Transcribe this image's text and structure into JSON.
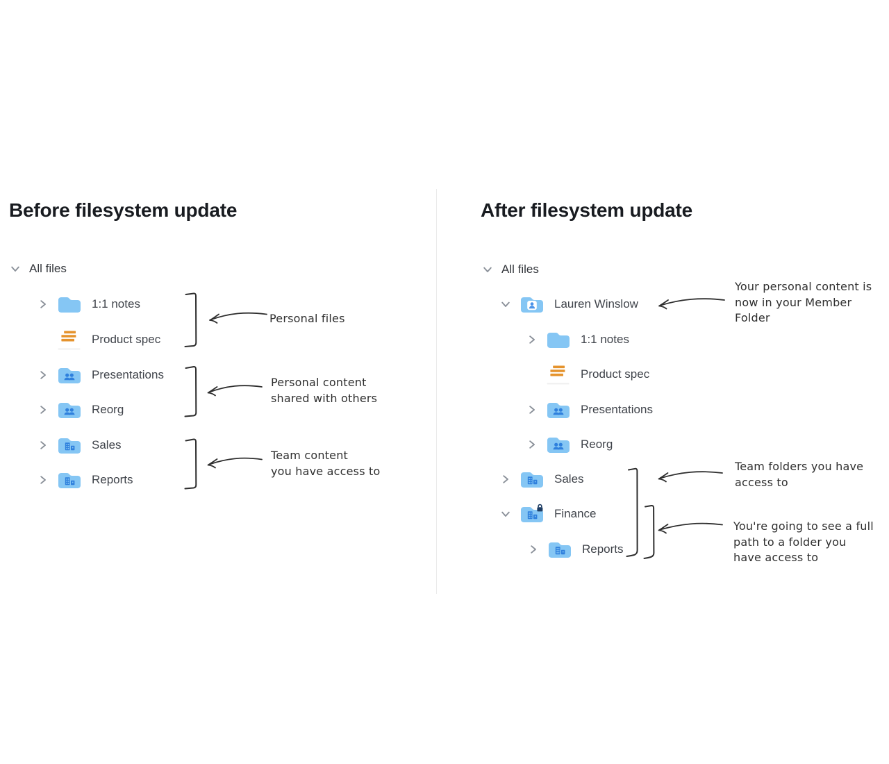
{
  "left_panel": {
    "heading": "Before filesystem update",
    "root": {
      "label": "All files",
      "icon": "chevron-down"
    },
    "tree": [
      {
        "label": "1:1 notes",
        "icon": "folder",
        "chevron": "chevron-right",
        "level": 1
      },
      {
        "label": "Product spec",
        "icon": "paper-doc",
        "chevron": "none",
        "level": 1
      },
      {
        "label": "Presentations",
        "icon": "shared-folder",
        "chevron": "chevron-right",
        "level": 1
      },
      {
        "label": "Reorg",
        "icon": "shared-folder",
        "chevron": "chevron-right",
        "level": 1
      },
      {
        "label": "Sales",
        "icon": "team-folder",
        "chevron": "chevron-right",
        "level": 1
      },
      {
        "label": "Reports",
        "icon": "team-folder",
        "chevron": "chevron-right",
        "level": 1
      }
    ],
    "annotations": [
      {
        "text": "Personal files"
      },
      {
        "text": "Personal content\nshared with others"
      },
      {
        "text": "Team content\nyou have access to"
      }
    ]
  },
  "right_panel": {
    "heading": "After filesystem update",
    "root": {
      "label": "All files",
      "icon": "chevron-down"
    },
    "tree": [
      {
        "label": "Lauren Winslow",
        "icon": "member-folder",
        "chevron": "chevron-down",
        "level": 1
      },
      {
        "label": "1:1 notes",
        "icon": "folder",
        "chevron": "chevron-right",
        "level": 2
      },
      {
        "label": "Product spec",
        "icon": "paper-doc",
        "chevron": "none",
        "level": 2
      },
      {
        "label": "Presentations",
        "icon": "shared-folder",
        "chevron": "chevron-right",
        "level": 2
      },
      {
        "label": "Reorg",
        "icon": "shared-folder",
        "chevron": "chevron-right",
        "level": 2
      },
      {
        "label": "Sales",
        "icon": "team-folder",
        "chevron": "chevron-right",
        "level": 1
      },
      {
        "label": "Finance",
        "icon": "team-folder-locked",
        "chevron": "chevron-down",
        "level": 1
      },
      {
        "label": "Reports",
        "icon": "team-folder",
        "chevron": "chevron-right",
        "level": 2
      }
    ],
    "annotations": [
      {
        "text": "Your personal content is\nnow in your Member\nFolder"
      },
      {
        "text": "Team folders you have\naccess to"
      },
      {
        "text": "You're going to see a full\npath to a folder you\nhave access to"
      }
    ]
  },
  "colors": {
    "folder_blue": "#85c6f4",
    "glyph_blue": "#2f80dd",
    "member_person_blue": "#4b93e8",
    "doc_orange": "#e5932d",
    "lock_navy": "#1d3c63",
    "annotation_ink": "#2d2d2d",
    "chevron_gray": "#8a9099",
    "heading_text": "#181b20",
    "label_text": "#3f434a",
    "divider": "#ebebeb",
    "background": "#ffffff"
  }
}
